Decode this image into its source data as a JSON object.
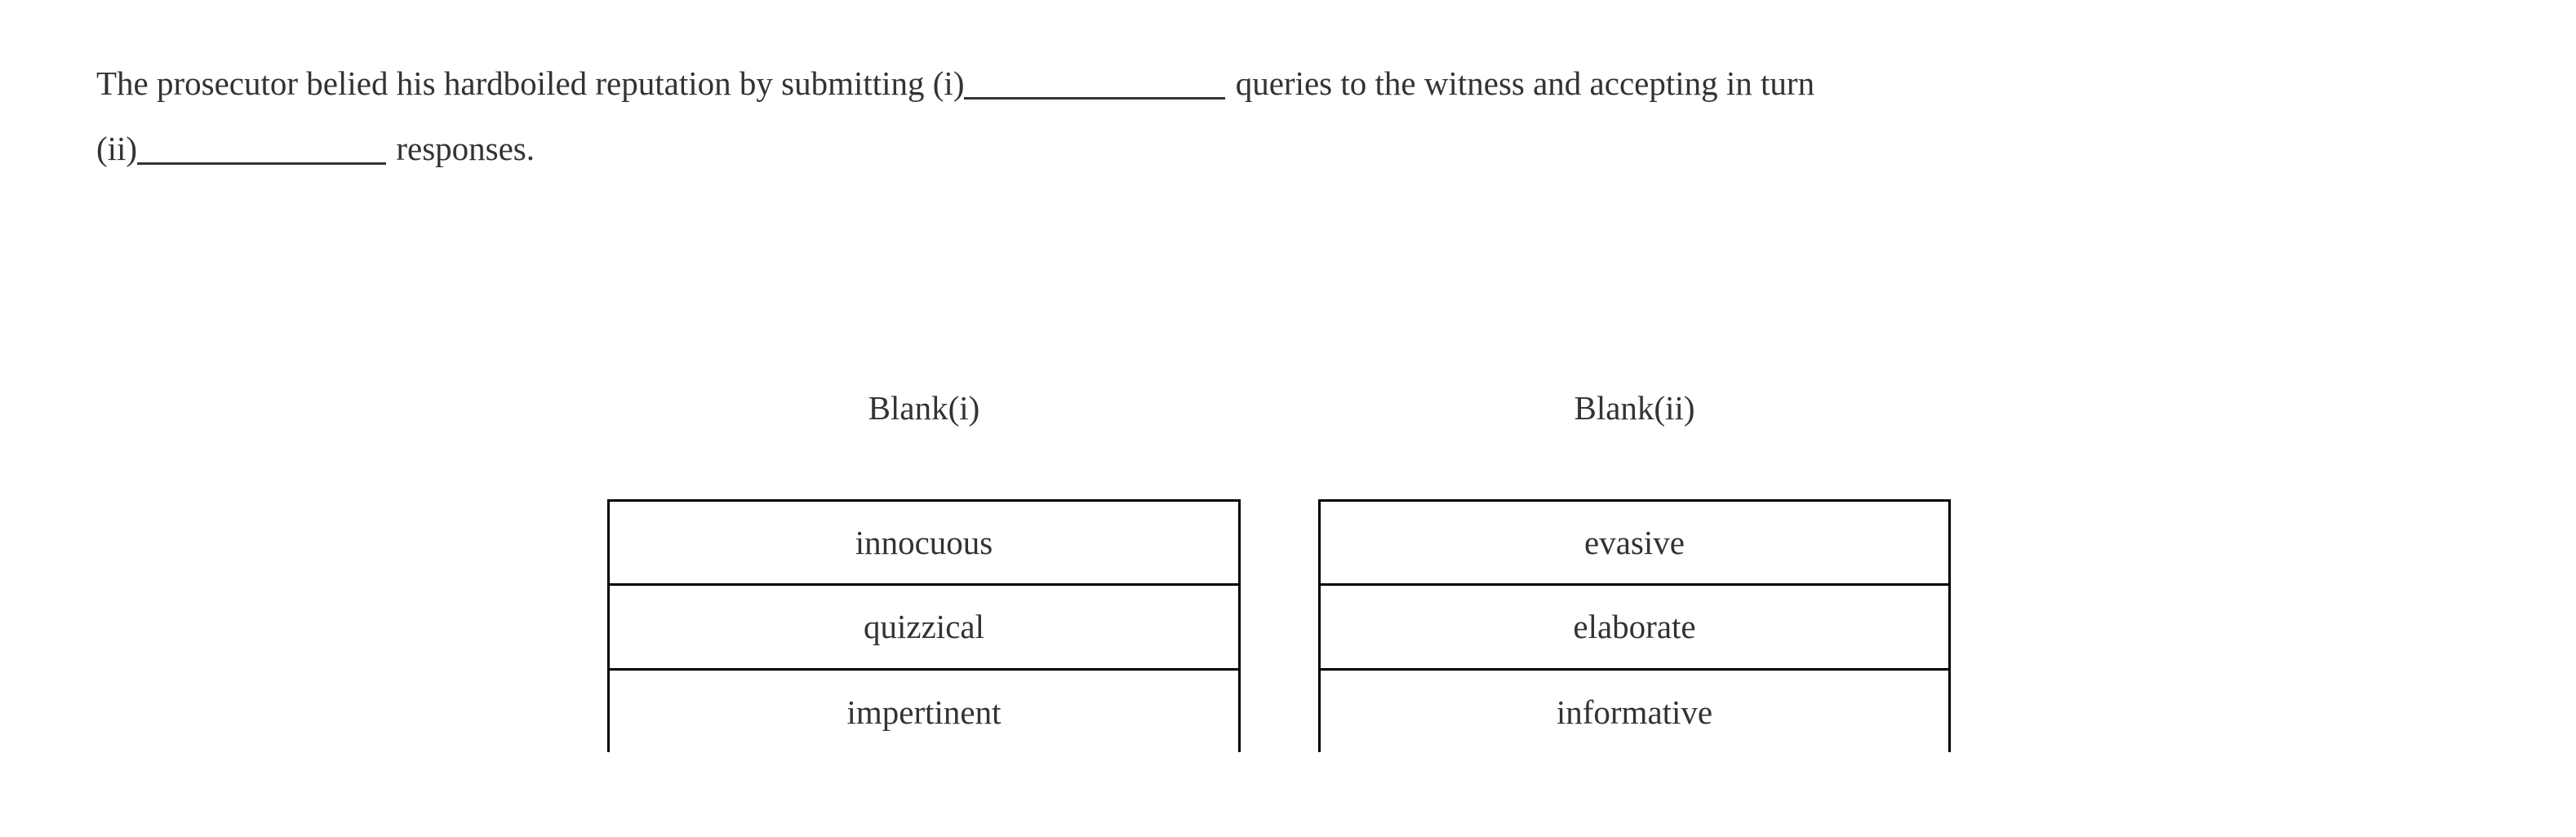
{
  "question": {
    "line1_part1": "The prosecutor belied his hardboiled reputation by submitting (i)",
    "line1_part2": " queries to the witness and accepting in turn",
    "line2_part1": "(ii)",
    "line2_part2": " responses.",
    "blank_i_marker": "(i)",
    "blank_ii_marker": "(ii)"
  },
  "columns": [
    {
      "header": "Blank(i)",
      "options": [
        {
          "label": "innocuous"
        },
        {
          "label": "quizzical"
        },
        {
          "label": "impertinent"
        }
      ]
    },
    {
      "header": "Blank(ii)",
      "options": [
        {
          "label": "evasive"
        },
        {
          "label": "elaborate"
        },
        {
          "label": "informative"
        }
      ]
    }
  ],
  "colors": {
    "text": "#333333",
    "border": "#000000",
    "background": "#ffffff"
  }
}
